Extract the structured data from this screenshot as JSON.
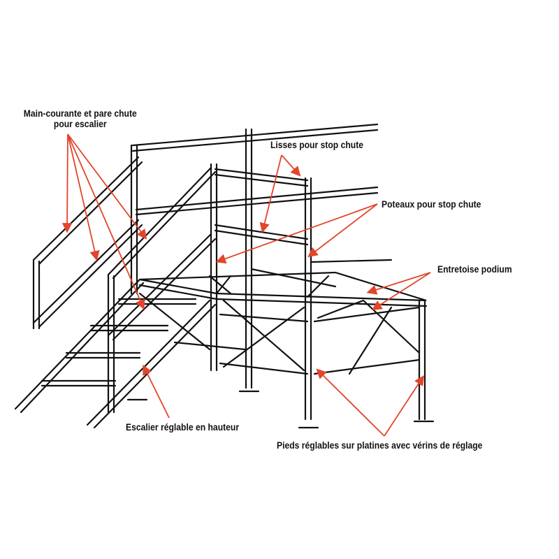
{
  "colors": {
    "arrow": "#e2452b",
    "line": "#111111",
    "background": "#ffffff"
  },
  "labels": {
    "handrail_line1": "Main-courante et pare chute",
    "handrail_line2": "pour escalier",
    "rails": "Lisses pour stop chute",
    "posts": "Poteaux pour stop chute",
    "brace": "Entretoise podium",
    "stair": "Escalier réglable en hauteur",
    "feet": "Pieds réglables sur platines avec vérins de réglage"
  }
}
